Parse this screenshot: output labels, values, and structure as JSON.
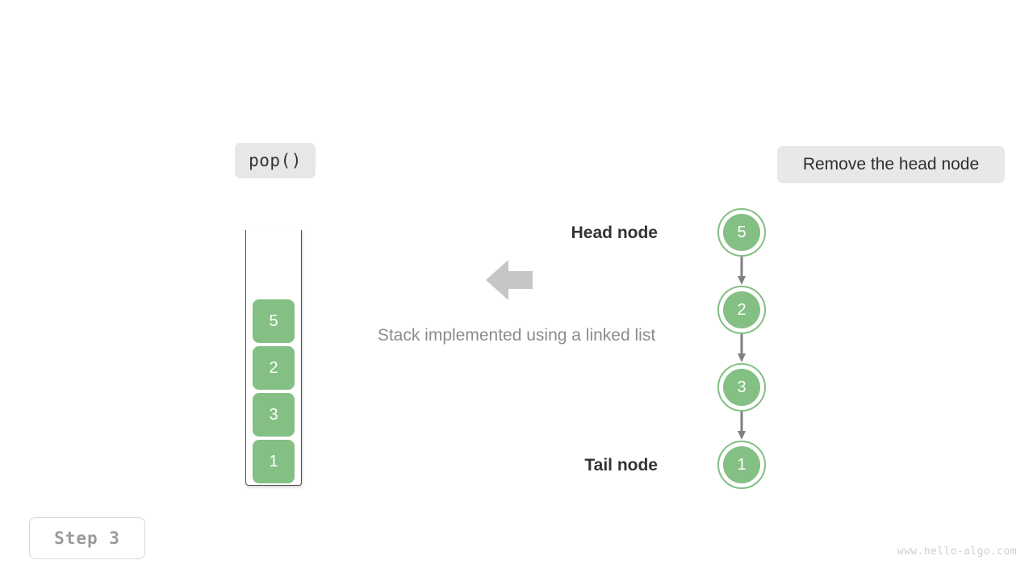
{
  "operation": {
    "label": "pop()"
  },
  "action": {
    "note": "Remove the head node"
  },
  "caption": {
    "text": "Stack implemented using a linked list"
  },
  "stack": {
    "cells": [
      {
        "value": "5"
      },
      {
        "value": "2"
      },
      {
        "value": "3"
      },
      {
        "value": "1"
      }
    ]
  },
  "linked_list": {
    "nodes": [
      {
        "value": "5"
      },
      {
        "value": "2"
      },
      {
        "value": "3"
      },
      {
        "value": "1"
      }
    ],
    "head_label": "Head node",
    "tail_label": "Tail node"
  },
  "step": {
    "label": "Step 3"
  },
  "watermark": {
    "text": "www.hello-algo.com"
  },
  "colors": {
    "node_green": "#84bf84",
    "arrow_gray": "#808080",
    "big_arrow_gray": "#c6c6c6",
    "label_box_gray": "#e8e8e8",
    "caption_gray": "#8c8c8c",
    "step_text_gray": "#9b9b9b",
    "watermark_gray": "#cfcfcf",
    "container_border": "#4f4f4f"
  }
}
